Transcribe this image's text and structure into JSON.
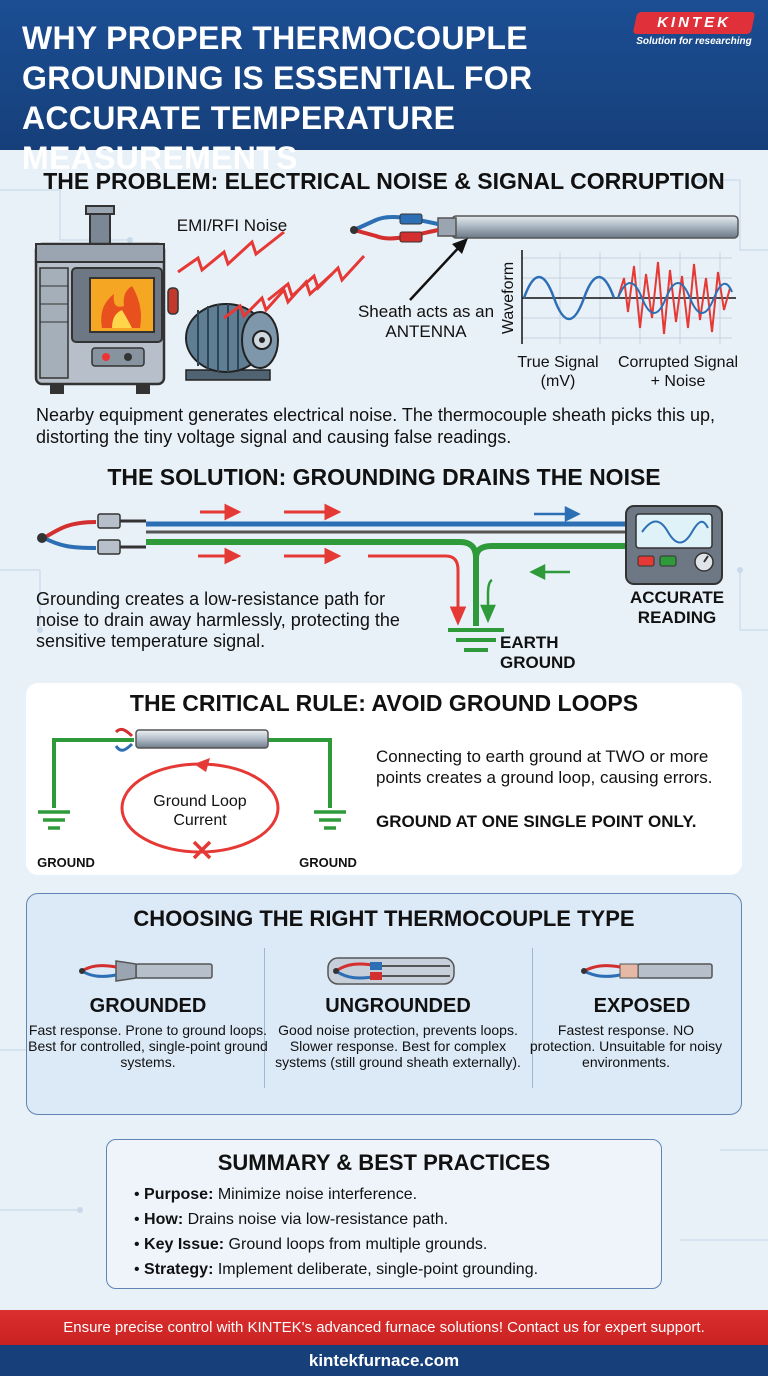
{
  "header": {
    "title": "WHY PROPER THERMOCOUPLE GROUNDING IS ESSENTIAL FOR ACCURATE TEMPERATURE MEASUREMENTS",
    "logo_text": "KINTEK",
    "logo_tagline": "Solution for researching"
  },
  "problem": {
    "title": "THE PROBLEM: ELECTRICAL NOISE & SIGNAL CORRUPTION",
    "noise_label": "EMI/RFI Noise",
    "antenna_label": "Sheath acts as an ANTENNA",
    "waveform_axis": "Waveform",
    "true_signal_label": "True Signal (mV)",
    "corrupted_label": "Corrupted Signal + Noise",
    "description": "Nearby equipment generates electrical noise. The thermocouple sheath picks this up, distorting the tiny voltage signal and causing false readings."
  },
  "solution": {
    "title": "THE SOLUTION: GROUNDING DRAINS THE NOISE",
    "description": "Grounding creates a low-resistance path for noise to drain away harmlessly, protecting the sensitive temperature signal.",
    "earth_label": "EARTH GROUND",
    "reading_label": "ACCURATE READING"
  },
  "rule": {
    "title": "THE CRITICAL RULE: AVOID GROUND LOOPS",
    "loop_label": "Ground Loop Current",
    "ground_left": "GROUND",
    "ground_right": "GROUND",
    "description": "Connecting to earth ground at TWO or more points creates a ground loop, causing errors.",
    "rule_text": "GROUND AT ONE SINGLE POINT ONLY."
  },
  "types": {
    "title": "CHOOSING THE RIGHT THERMOCOUPLE TYPE",
    "columns": [
      {
        "name": "GROUNDED",
        "desc": "Fast response. Prone to ground loops. Best for controlled, single-point ground systems."
      },
      {
        "name": "UNGROUNDED",
        "desc": "Good noise protection, prevents loops. Slower response. Best for complex systems (still ground sheath externally)."
      },
      {
        "name": "EXPOSED",
        "desc": "Fastest response. NO protection. Unsuitable for noisy environments."
      }
    ]
  },
  "summary": {
    "title": "SUMMARY & BEST PRACTICES",
    "items": [
      {
        "key": "Purpose:",
        "text": " Minimize noise interference."
      },
      {
        "key": "How:",
        "text": " Drains noise via low-resistance path."
      },
      {
        "key": "Key Issue:",
        "text": " Ground loops from multiple grounds."
      },
      {
        "key": "Strategy:",
        "text": " Implement deliberate, single-point grounding."
      }
    ]
  },
  "footer": {
    "cta": "Ensure precise control with KINTEK's advanced furnace solutions! Contact us for expert support.",
    "url": "kintekfurnace.com"
  },
  "colors": {
    "header_blue": "#1b4e93",
    "accent_red": "#dc2f2f",
    "ground_green": "#2f9a3a",
    "signal_blue": "#2d6fb5"
  }
}
